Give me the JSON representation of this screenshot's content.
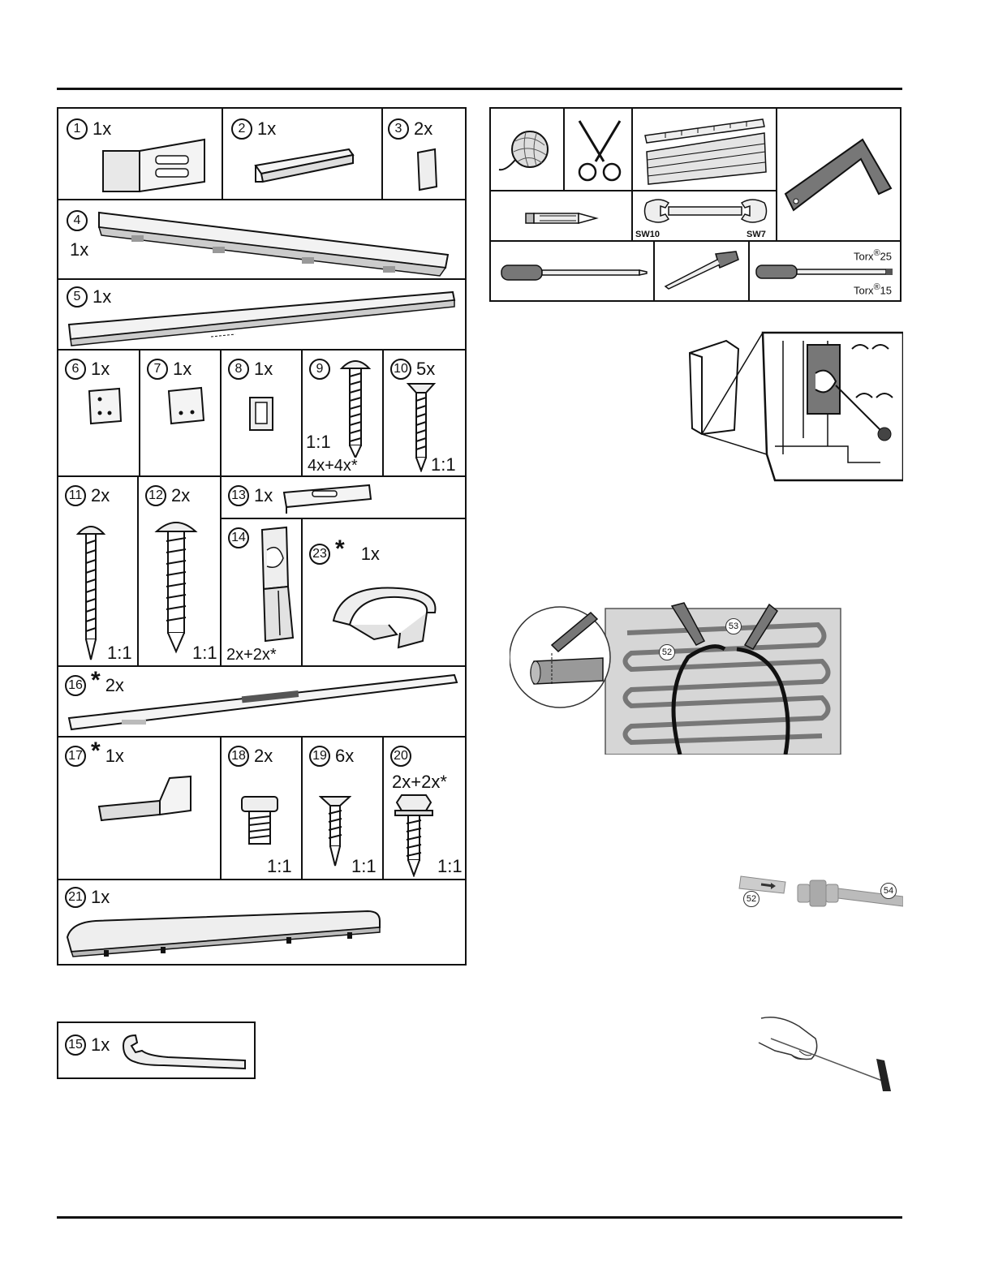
{
  "parts": [
    {
      "id": "p1",
      "num": "1",
      "qty": "1x"
    },
    {
      "id": "p2",
      "num": "2",
      "qty": "1x"
    },
    {
      "id": "p3",
      "num": "3",
      "qty": "2x"
    },
    {
      "id": "p4",
      "num": "4",
      "qty": "1x"
    },
    {
      "id": "p5",
      "num": "5",
      "qty": "1x"
    },
    {
      "id": "p6",
      "num": "6",
      "qty": "1x"
    },
    {
      "id": "p7",
      "num": "7",
      "qty": "1x"
    },
    {
      "id": "p8",
      "num": "8",
      "qty": "1x"
    },
    {
      "id": "p9",
      "num": "9",
      "qty": "4x+4x*",
      "scale": "1:1"
    },
    {
      "id": "p10",
      "num": "10",
      "qty": "5x",
      "scale": "1:1"
    },
    {
      "id": "p11",
      "num": "11",
      "qty": "2x",
      "scale": "1:1"
    },
    {
      "id": "p12",
      "num": "12",
      "qty": "2x",
      "scale": "1:1"
    },
    {
      "id": "p13",
      "num": "13",
      "qty": "1x"
    },
    {
      "id": "p14",
      "num": "14",
      "qty": "2x+2x*"
    },
    {
      "id": "p23",
      "num": "23",
      "qty": "1x",
      "star": "*"
    },
    {
      "id": "p16",
      "num": "16",
      "qty": "2x",
      "star": "*"
    },
    {
      "id": "p17",
      "num": "17",
      "qty": "1x",
      "star": "*"
    },
    {
      "id": "p18",
      "num": "18",
      "qty": "2x",
      "scale": "1:1"
    },
    {
      "id": "p19",
      "num": "19",
      "qty": "6x",
      "scale": "1:1"
    },
    {
      "id": "p20",
      "num": "20",
      "qty": "2x+2x*",
      "scale": "1:1"
    },
    {
      "id": "p21",
      "num": "21",
      "qty": "1x"
    },
    {
      "id": "p15",
      "num": "15",
      "qty": "1x"
    }
  ],
  "tools": {
    "wrench_left": "SW10",
    "wrench_right": "SW7",
    "torx_top": "Torx",
    "torx_top_size": "25",
    "torx_bottom": "Torx",
    "torx_bottom_size": "15",
    "reg": "®"
  },
  "callouts": {
    "c52a": "52",
    "c53": "53",
    "c52b": "52",
    "c54": "54"
  }
}
